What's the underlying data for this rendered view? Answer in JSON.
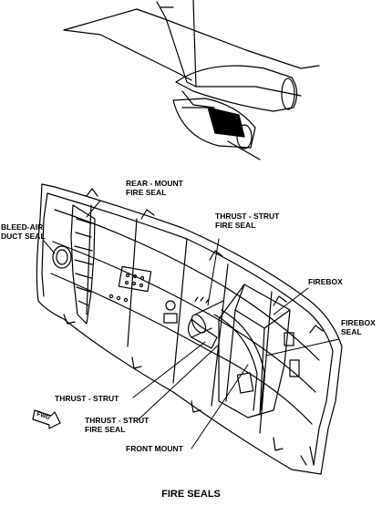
{
  "title": "FIRE SEALS",
  "labels": {
    "rear_mount_fire_seal": [
      "REAR  - MOUNT",
      "FIRE SEAL"
    ],
    "thrust_strut_fire_seal_upper": [
      "THRUST - STRUT",
      "FIRE SEAL"
    ],
    "bleed_air_duct_seal": [
      "BLEED-AIR",
      "DUCT SEAL"
    ],
    "firebox": "FIREBOX",
    "firebox_seal": [
      "FIREBOX",
      "SEAL"
    ],
    "thrust_strut": "THRUST - STRUT",
    "thrust_strut_fire_seal_lower": [
      "THRUST - STRUT",
      "FIRE SEAL"
    ],
    "front_mount": "FRONT MOUNT",
    "fwd_arrow": "FWD"
  }
}
